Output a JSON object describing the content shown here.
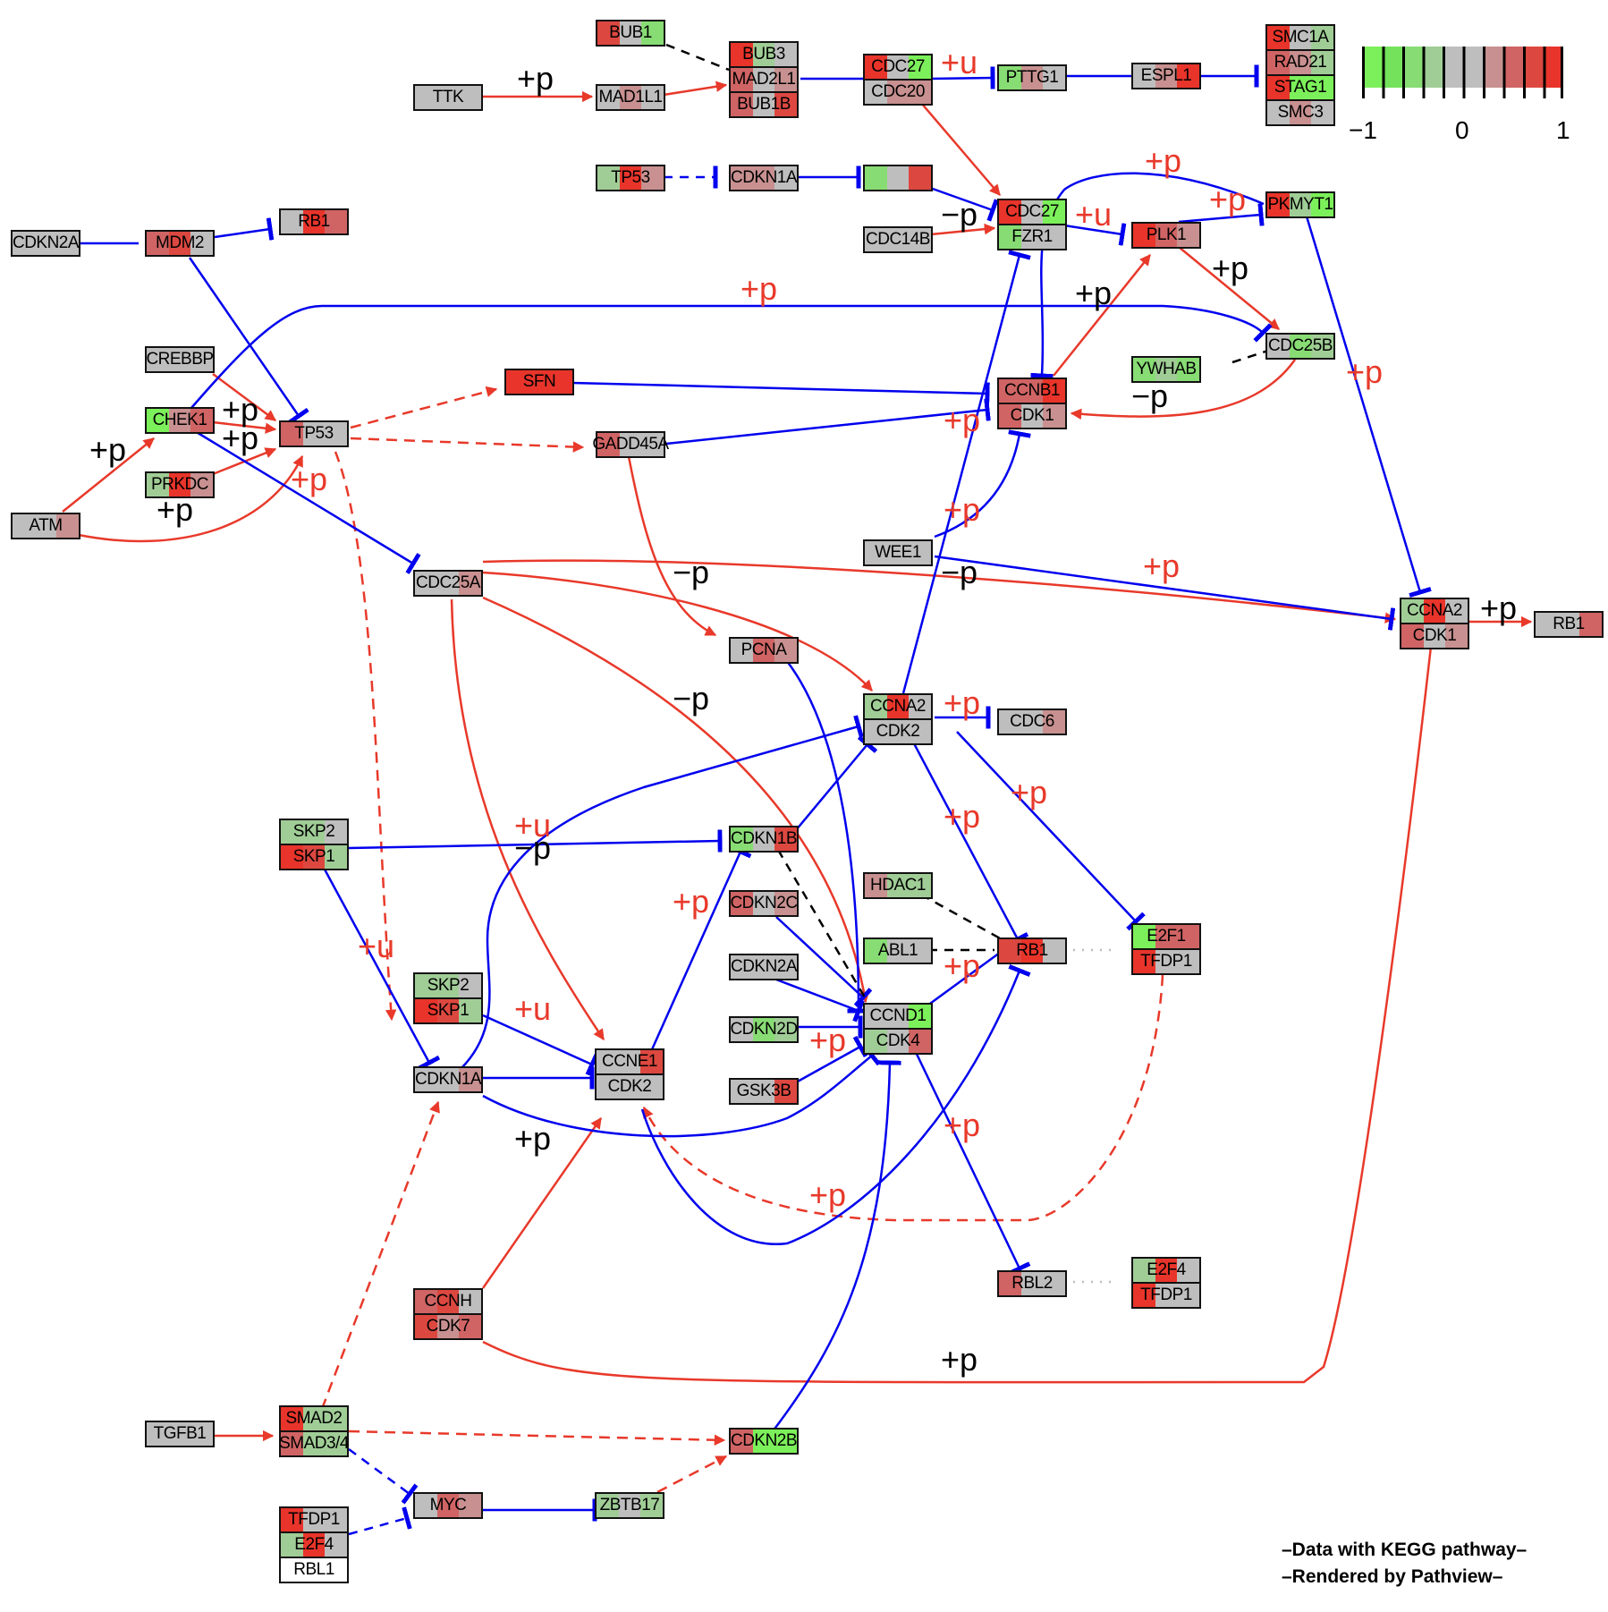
{
  "title": "KEGG cell cycle pathway (Pathview rendering)",
  "legend": {
    "colors": [
      "#7cf05a",
      "#74e25a",
      "#88dc74",
      "#a0cd96",
      "#bebebe",
      "#bebebe",
      "#c89090",
      "#d06464",
      "#dc4840",
      "#e8342a"
    ],
    "min_label": "−1",
    "mid_label": "0",
    "max_label": "1",
    "range": [
      -1,
      1
    ]
  },
  "credit": {
    "line1": "–Data with KEGG pathway–",
    "line2": "–Rendered  by  Pathview–"
  },
  "nodes": [
    {
      "id": "TTK",
      "rows": [
        {
          "label": "TTK",
          "colors": [
            "#bebebe",
            "#bebebe",
            "#bebebe"
          ]
        }
      ]
    },
    {
      "id": "BUB1",
      "rows": [
        {
          "label": "BUB1",
          "colors": [
            "#dc4840",
            "#bebebe",
            "#88dc74"
          ]
        }
      ]
    },
    {
      "id": "MAD1L1",
      "rows": [
        {
          "label": "MAD1L1",
          "colors": [
            "#bebebe",
            "#c89090",
            "#bebebe"
          ]
        }
      ]
    },
    {
      "id": "BUB3-complex",
      "rows": [
        {
          "label": "BUB3",
          "colors": [
            "#e8342a",
            "#a0cd96",
            "#bebebe"
          ]
        },
        {
          "label": "MAD2L1",
          "colors": [
            "#d06464",
            "#bebebe",
            "#c89090"
          ]
        },
        {
          "label": "BUB1B",
          "colors": [
            "#d06464",
            "#bebebe",
            "#dc4840"
          ]
        }
      ]
    },
    {
      "id": "CDC27-CDC20",
      "rows": [
        {
          "label": "CDC27",
          "colors": [
            "#e8342a",
            "#bebebe",
            "#7cf05a"
          ]
        },
        {
          "label": "CDC20",
          "colors": [
            "#bebebe",
            "#c89090",
            "#c89090"
          ]
        }
      ]
    },
    {
      "id": "PTTG1",
      "rows": [
        {
          "label": "PTTG1",
          "colors": [
            "#88dc74",
            "#c89090",
            "#bebebe"
          ]
        }
      ]
    },
    {
      "id": "ESPL1",
      "rows": [
        {
          "label": "ESPL1",
          "colors": [
            "#bebebe",
            "#c89090",
            "#e8342a"
          ]
        }
      ]
    },
    {
      "id": "cohesin",
      "rows": [
        {
          "label": "SMC1A",
          "colors": [
            "#e8342a",
            "#bebebe",
            "#a0cd96"
          ]
        },
        {
          "label": "RAD21",
          "colors": [
            "#d06464",
            "#c89090",
            "#a0cd96"
          ]
        },
        {
          "label": "STAG1",
          "colors": [
            "#e8342a",
            "#7cf05a",
            "#7cf05a"
          ]
        },
        {
          "label": "SMC3",
          "colors": [
            "#bebebe",
            "#c89090",
            "#bebebe"
          ]
        }
      ]
    },
    {
      "id": "TP53-top",
      "rows": [
        {
          "label": "TP53",
          "colors": [
            "#a0cd96",
            "#e8342a",
            "#c89090"
          ]
        }
      ]
    },
    {
      "id": "CDKN1A-top",
      "rows": [
        {
          "label": "CDKN1A",
          "colors": [
            "#c89090",
            "#c89090",
            "#bebebe"
          ]
        }
      ]
    },
    {
      "id": "unlabeled-box",
      "rows": [
        {
          "label": "",
          "colors": [
            "#88dc74",
            "#bebebe",
            "#dc4840"
          ]
        }
      ]
    },
    {
      "id": "CDKN2A-left",
      "rows": [
        {
          "label": "CDKN2A",
          "colors": [
            "#bebebe",
            "#bebebe",
            "#bebebe"
          ]
        }
      ]
    },
    {
      "id": "MDM2",
      "rows": [
        {
          "label": "MDM2",
          "colors": [
            "#d06464",
            "#dc4840",
            "#bebebe"
          ]
        }
      ]
    },
    {
      "id": "RB1-top",
      "rows": [
        {
          "label": "RB1",
          "colors": [
            "#bebebe",
            "#e8342a",
            "#d06464"
          ]
        }
      ]
    },
    {
      "id": "CDC27-FZR1",
      "rows": [
        {
          "label": "CDC27",
          "colors": [
            "#e8342a",
            "#bebebe",
            "#7cf05a"
          ]
        },
        {
          "label": "FZR1",
          "colors": [
            "#88dc74",
            "#bebebe",
            "#bebebe"
          ]
        }
      ]
    },
    {
      "id": "CDC14B",
      "rows": [
        {
          "label": "CDC14B",
          "colors": [
            "#bebebe",
            "#bebebe",
            "#bebebe"
          ]
        }
      ]
    },
    {
      "id": "PLK1",
      "rows": [
        {
          "label": "PLK1",
          "colors": [
            "#e8342a",
            "#d06464",
            "#c89090"
          ]
        }
      ]
    },
    {
      "id": "PKMYT1",
      "rows": [
        {
          "label": "PKMYT1",
          "colors": [
            "#e8342a",
            "#a0cd96",
            "#7cf05a"
          ]
        }
      ]
    },
    {
      "id": "CREBBP",
      "rows": [
        {
          "label": "CREBBP",
          "colors": [
            "#bebebe",
            "#bebebe",
            "#bebebe"
          ]
        }
      ]
    },
    {
      "id": "CDC25B",
      "rows": [
        {
          "label": "CDC25B",
          "colors": [
            "#bebebe",
            "#88dc74",
            "#a0cd96"
          ]
        }
      ]
    },
    {
      "id": "YWHAB",
      "rows": [
        {
          "label": "YWHAB",
          "colors": [
            "#88dc74",
            "#a0cd96",
            "#88dc74"
          ]
        }
      ]
    },
    {
      "id": "SFN",
      "rows": [
        {
          "label": "SFN",
          "colors": [
            "#e8342a",
            "#e8342a",
            "#e8342a"
          ]
        }
      ]
    },
    {
      "id": "CCNB1-CDK1",
      "rows": [
        {
          "label": "CCNB1",
          "colors": [
            "#d06464",
            "#d06464",
            "#e8342a"
          ]
        },
        {
          "label": "CDK1",
          "colors": [
            "#d06464",
            "#bebebe",
            "#c89090"
          ]
        }
      ]
    },
    {
      "id": "CHEK1",
      "rows": [
        {
          "label": "CHEK1",
          "colors": [
            "#7cf05a",
            "#c89090",
            "#d06464"
          ]
        }
      ]
    },
    {
      "id": "TP53-mid",
      "rows": [
        {
          "label": "TP53",
          "colors": [
            "#d06464",
            "#bebebe",
            "#bebebe"
          ]
        }
      ]
    },
    {
      "id": "GADD45A",
      "rows": [
        {
          "label": "GADD45A",
          "colors": [
            "#d06464",
            "#bebebe",
            "#bebebe"
          ]
        }
      ]
    },
    {
      "id": "PRKDC",
      "rows": [
        {
          "label": "PRKDC",
          "colors": [
            "#a0cd96",
            "#e8342a",
            "#c89090"
          ]
        }
      ]
    },
    {
      "id": "ATM",
      "rows": [
        {
          "label": "ATM",
          "colors": [
            "#bebebe",
            "#bebebe",
            "#c89090"
          ]
        }
      ]
    },
    {
      "id": "WEE1",
      "rows": [
        {
          "label": "WEE1",
          "colors": [
            "#bebebe",
            "#bebebe",
            "#bebebe"
          ]
        }
      ]
    },
    {
      "id": "CDC25A",
      "rows": [
        {
          "label": "CDC25A",
          "colors": [
            "#bebebe",
            "#bebebe",
            "#c89090"
          ]
        }
      ]
    },
    {
      "id": "CCNA2-CDK1",
      "rows": [
        {
          "label": "CCNA2",
          "colors": [
            "#a0cd96",
            "#e8342a",
            "#bebebe"
          ]
        },
        {
          "label": "CDK1",
          "colors": [
            "#d06464",
            "#bebebe",
            "#c89090"
          ]
        }
      ]
    },
    {
      "id": "RB1-right",
      "rows": [
        {
          "label": "RB1",
          "colors": [
            "#bebebe",
            "#bebebe",
            "#d06464"
          ]
        }
      ]
    },
    {
      "id": "PCNA",
      "rows": [
        {
          "label": "PCNA",
          "colors": [
            "#bebebe",
            "#d06464",
            "#c89090"
          ]
        }
      ]
    },
    {
      "id": "CCNA2-CDK2",
      "rows": [
        {
          "label": "CCNA2",
          "colors": [
            "#a0cd96",
            "#e8342a",
            "#bebebe"
          ]
        },
        {
          "label": "CDK2",
          "colors": [
            "#bebebe",
            "#bebebe",
            "#bebebe"
          ]
        }
      ]
    },
    {
      "id": "CDC6",
      "rows": [
        {
          "label": "CDC6",
          "colors": [
            "#bebebe",
            "#bebebe",
            "#c89090"
          ]
        }
      ]
    },
    {
      "id": "SKP2-SKP1-a",
      "rows": [
        {
          "label": "SKP2",
          "colors": [
            "#a0cd96",
            "#a0cd96",
            "#bebebe"
          ]
        },
        {
          "label": "SKP1",
          "colors": [
            "#e8342a",
            "#dc4840",
            "#a0cd96"
          ]
        }
      ]
    },
    {
      "id": "CDKN1B",
      "rows": [
        {
          "label": "CDKN1B",
          "colors": [
            "#88dc74",
            "#bebebe",
            "#dc4840"
          ]
        }
      ]
    },
    {
      "id": "HDAC1",
      "rows": [
        {
          "label": "HDAC1",
          "colors": [
            "#c89090",
            "#a0cd96",
            "#a0cd96"
          ]
        }
      ]
    },
    {
      "id": "CDKN2C",
      "rows": [
        {
          "label": "CDKN2C",
          "colors": [
            "#d06464",
            "#bebebe",
            "#c89090"
          ]
        }
      ]
    },
    {
      "id": "ABL1",
      "rows": [
        {
          "label": "ABL1",
          "colors": [
            "#88dc74",
            "#bebebe",
            "#bebebe"
          ]
        }
      ]
    },
    {
      "id": "RB1-center",
      "rows": [
        {
          "label": "RB1",
          "colors": [
            "#dc4840",
            "#e8342a",
            "#bebebe"
          ]
        }
      ]
    },
    {
      "id": "E2F1-TFDP1",
      "rows": [
        {
          "label": "E2F1",
          "colors": [
            "#7cf05a",
            "#d06464",
            "#d06464"
          ]
        },
        {
          "label": "TFDP1",
          "colors": [
            "#e8342a",
            "#bebebe",
            "#bebebe"
          ]
        }
      ]
    },
    {
      "id": "CDKN2A-center",
      "rows": [
        {
          "label": "CDKN2A",
          "colors": [
            "#bebebe",
            "#bebebe",
            "#bebebe"
          ]
        }
      ]
    },
    {
      "id": "SKP2-SKP1-b",
      "rows": [
        {
          "label": "SKP2",
          "colors": [
            "#a0cd96",
            "#a0cd96",
            "#bebebe"
          ]
        },
        {
          "label": "SKP1",
          "colors": [
            "#e8342a",
            "#dc4840",
            "#a0cd96"
          ]
        }
      ]
    },
    {
      "id": "CCND1-CDK4",
      "rows": [
        {
          "label": "CCND1",
          "colors": [
            "#bebebe",
            "#bebebe",
            "#7cf05a"
          ]
        },
        {
          "label": "CDK4",
          "colors": [
            "#a0cd96",
            "#bebebe",
            "#d06464"
          ]
        }
      ]
    },
    {
      "id": "CDKN2D",
      "rows": [
        {
          "label": "CDKN2D",
          "colors": [
            "#bebebe",
            "#88dc74",
            "#a0cd96"
          ]
        }
      ]
    },
    {
      "id": "CDKN1A-mid",
      "rows": [
        {
          "label": "CDKN1A",
          "colors": [
            "#bebebe",
            "#bebebe",
            "#c89090"
          ]
        }
      ]
    },
    {
      "id": "CCNE1-CDK2",
      "rows": [
        {
          "label": "CCNE1",
          "colors": [
            "#bebebe",
            "#bebebe",
            "#dc4840"
          ]
        },
        {
          "label": "CDK2",
          "colors": [
            "#bebebe",
            "#bebebe",
            "#bebebe"
          ]
        }
      ]
    },
    {
      "id": "GSK3B",
      "rows": [
        {
          "label": "GSK3B",
          "colors": [
            "#bebebe",
            "#bebebe",
            "#dc4840"
          ]
        }
      ]
    },
    {
      "id": "RBL2",
      "rows": [
        {
          "label": "RBL2",
          "colors": [
            "#d06464",
            "#bebebe",
            "#bebebe"
          ]
        }
      ]
    },
    {
      "id": "E2F4-TFDP1",
      "rows": [
        {
          "label": "E2F4",
          "colors": [
            "#a0cd96",
            "#e8342a",
            "#bebebe"
          ]
        },
        {
          "label": "TFDP1",
          "colors": [
            "#e8342a",
            "#bebebe",
            "#bebebe"
          ]
        }
      ]
    },
    {
      "id": "CCNH-CDK7",
      "rows": [
        {
          "label": "CCNH",
          "colors": [
            "#d06464",
            "#dc4840",
            "#bebebe"
          ]
        },
        {
          "label": "CDK7",
          "colors": [
            "#dc4840",
            "#c89090",
            "#d06464"
          ]
        }
      ]
    },
    {
      "id": "TGFB1",
      "rows": [
        {
          "label": "TGFB1",
          "colors": [
            "#bebebe",
            "#bebebe",
            "#bebebe"
          ]
        }
      ]
    },
    {
      "id": "SMAD",
      "rows": [
        {
          "label": "SMAD2",
          "colors": [
            "#e8342a",
            "#a0cd96",
            "#a0cd96"
          ]
        },
        {
          "label": "SMAD3/4",
          "colors": [
            "#d06464",
            "#a0cd96",
            "#a0cd96"
          ]
        }
      ]
    },
    {
      "id": "CDKN2B",
      "rows": [
        {
          "label": "CDKN2B",
          "colors": [
            "#d06464",
            "#7cf05a",
            "#7cf05a"
          ]
        }
      ]
    },
    {
      "id": "MYC",
      "rows": [
        {
          "label": "MYC",
          "colors": [
            "#bebebe",
            "#d06464",
            "#c89090"
          ]
        }
      ]
    },
    {
      "id": "ZBTB17",
      "rows": [
        {
          "label": "ZBTB17",
          "colors": [
            "#a0cd96",
            "#bebebe",
            "#a0cd96"
          ]
        }
      ]
    },
    {
      "id": "TFDP1-E2F4-RBL1",
      "rows": [
        {
          "label": "TFDP1",
          "colors": [
            "#e8342a",
            "#bebebe",
            "#bebebe"
          ]
        },
        {
          "label": "E2F4",
          "colors": [
            "#a0cd96",
            "#e8342a",
            "#bebebe"
          ]
        },
        {
          "label": "RBL1",
          "colors": [
            "#ffffff",
            "#ffffff",
            "#ffffff"
          ]
        }
      ]
    }
  ],
  "annotations": [
    {
      "text": "+p",
      "color": "black"
    },
    {
      "text": "+u",
      "color": "red"
    },
    {
      "text": "−p",
      "color": "black"
    },
    {
      "text": "+u",
      "color": "red"
    },
    {
      "text": "+p",
      "color": "red"
    },
    {
      "text": "+p",
      "color": "red"
    },
    {
      "text": "+p",
      "color": "black"
    },
    {
      "text": "+p",
      "color": "red"
    },
    {
      "text": "+p",
      "color": "black"
    },
    {
      "text": "+p",
      "color": "red"
    },
    {
      "text": "−p",
      "color": "black"
    },
    {
      "text": "+p",
      "color": "black"
    },
    {
      "text": "+p",
      "color": "black"
    },
    {
      "text": "+p",
      "color": "black"
    },
    {
      "text": "+p",
      "color": "red"
    },
    {
      "text": "+p",
      "color": "black"
    },
    {
      "text": "+p",
      "color": "red"
    },
    {
      "text": "+p",
      "color": "red"
    },
    {
      "text": "−p",
      "color": "black"
    },
    {
      "text": "−p",
      "color": "black"
    },
    {
      "text": "+p",
      "color": "red"
    },
    {
      "text": "+p",
      "color": "black"
    },
    {
      "text": "−p",
      "color": "black"
    },
    {
      "text": "+p",
      "color": "red"
    },
    {
      "text": "+p",
      "color": "red"
    },
    {
      "text": "+p",
      "color": "red"
    },
    {
      "text": "+u",
      "color": "red"
    },
    {
      "text": "−p",
      "color": "black"
    },
    {
      "text": "+p",
      "color": "red"
    },
    {
      "text": "+u",
      "color": "red"
    },
    {
      "text": "+p",
      "color": "red"
    },
    {
      "text": "+u",
      "color": "red"
    },
    {
      "text": "+p",
      "color": "red"
    },
    {
      "text": "+p",
      "color": "red"
    },
    {
      "text": "+p",
      "color": "black"
    },
    {
      "text": "+p",
      "color": "red"
    },
    {
      "text": "+p",
      "color": "black"
    }
  ]
}
